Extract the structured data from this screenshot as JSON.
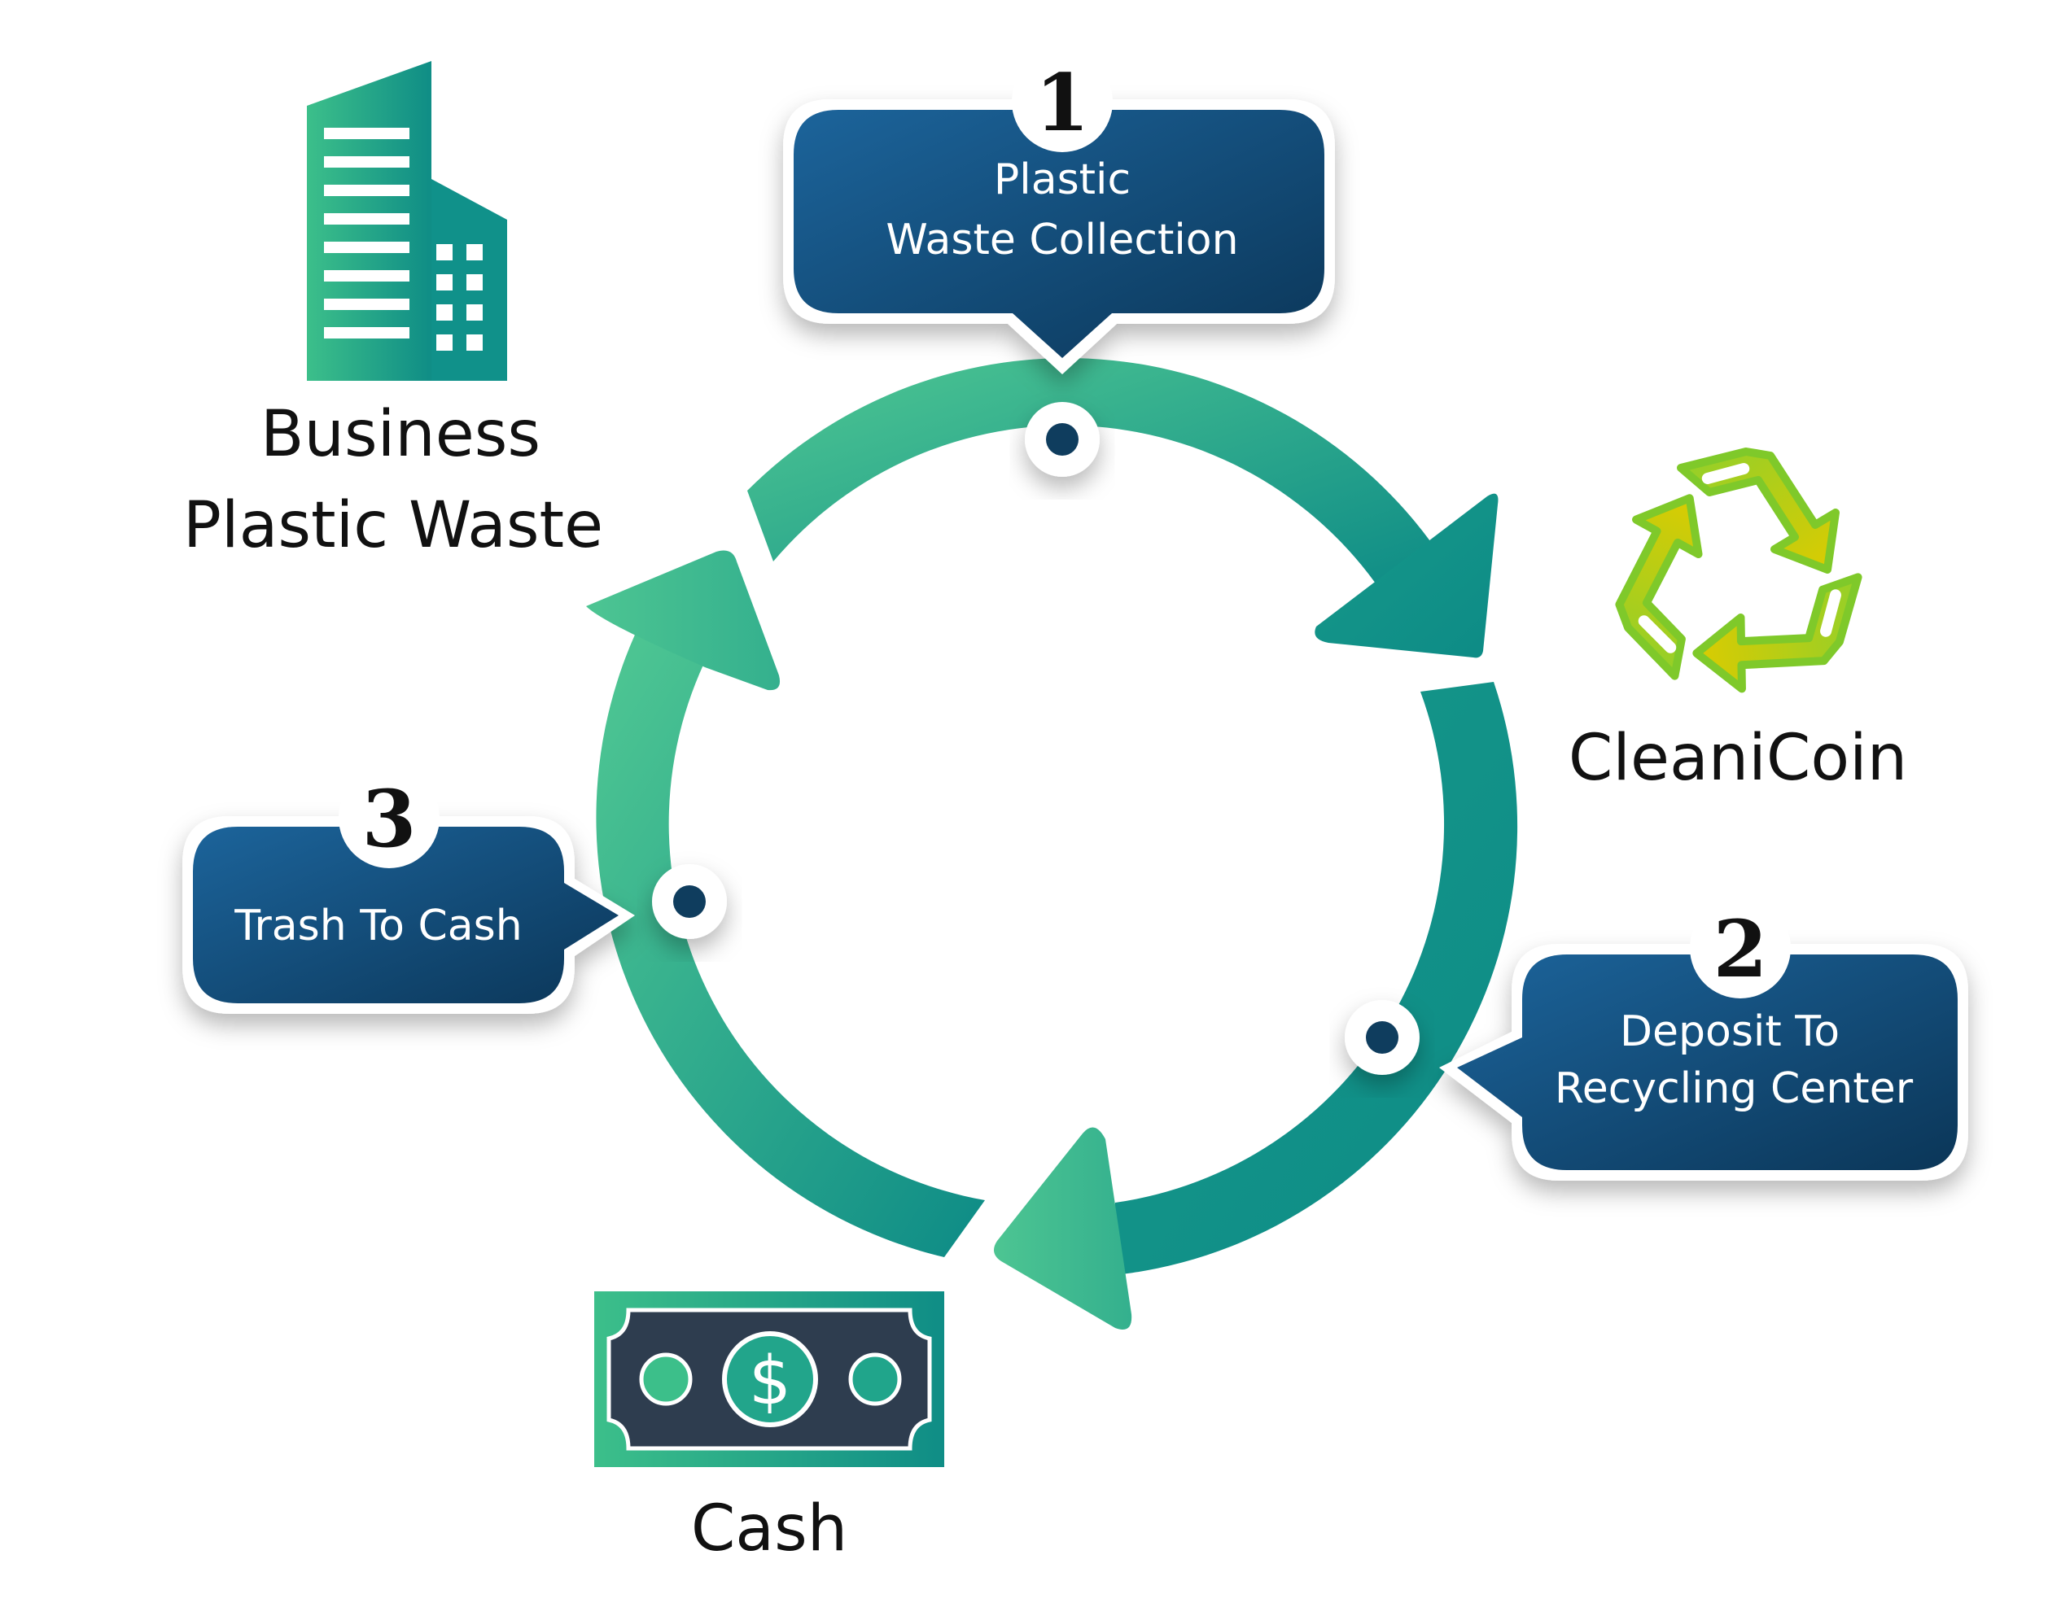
{
  "steps": [
    {
      "number": "1",
      "line1": "Plastic",
      "line2": "Waste Collection"
    },
    {
      "number": "2",
      "line1": "Deposit To",
      "line2": "Recycling Center"
    },
    {
      "number": "3",
      "line1": "Trash To Cash"
    }
  ],
  "labels": {
    "business_line1": "Business",
    "business_line2": "Plastic Waste",
    "cleanicoin": "CleaniCoin",
    "cash": "Cash",
    "dollar_sign": "$"
  },
  "icons": {
    "business": "building-icon",
    "cleanicoin": "recycle-icon",
    "cash": "banknote-icon"
  },
  "colors": {
    "cycle_light": "#44c08e",
    "cycle_dark": "#0d8b86",
    "bubble_light": "#1a5e94",
    "bubble_dark": "#0c3a5e",
    "node_dot": "#0f3d5e",
    "recycle_yellow": "#d8c800",
    "recycle_green": "#7ccb2a",
    "banknote_panel": "#2e3d4f"
  }
}
